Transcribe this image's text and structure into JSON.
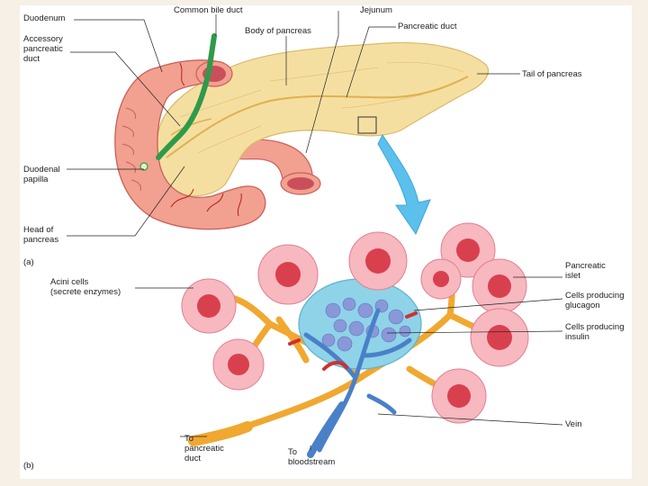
{
  "labels": {
    "duodenum": "Duodenum",
    "accessory_duct": "Accessory\npancreatic\nduct",
    "duodenal_papilla": "Duodenal\npapilla",
    "head": "Head of\npancreas",
    "common_bile_duct": "Common bile duct",
    "body": "Body of pancreas",
    "jejunum": "Jejunum",
    "pancreatic_duct": "Pancreatic duct",
    "tail": "Tail of pancreas",
    "acini": "Acini cells\n(secrete enzymes)",
    "islet": "Pancreatic\nislet",
    "glucagon": "Cells producing\nglucagon",
    "insulin": "Cells producing\ninsulin",
    "vein": "Vein",
    "to_duct": "To\npancreatic\nduct",
    "to_blood": "To\nbloodstream"
  },
  "panels": {
    "a": "(a)",
    "b": "(b)"
  },
  "colors": {
    "pancreas": "#f5dfa0",
    "pancreas_outline": "#d9b86a",
    "intestine": "#f2a090",
    "intestine_dark": "#c9605a",
    "bile": "#2f9a4a",
    "duct": "#f0a830",
    "acinus_outer": "#f7b8c0",
    "acinus_inner": "#d9404e",
    "islet": "#8fd3e8",
    "vein": "#4a80c8",
    "artery": "#d03030",
    "arrow": "#5bc0ec"
  }
}
